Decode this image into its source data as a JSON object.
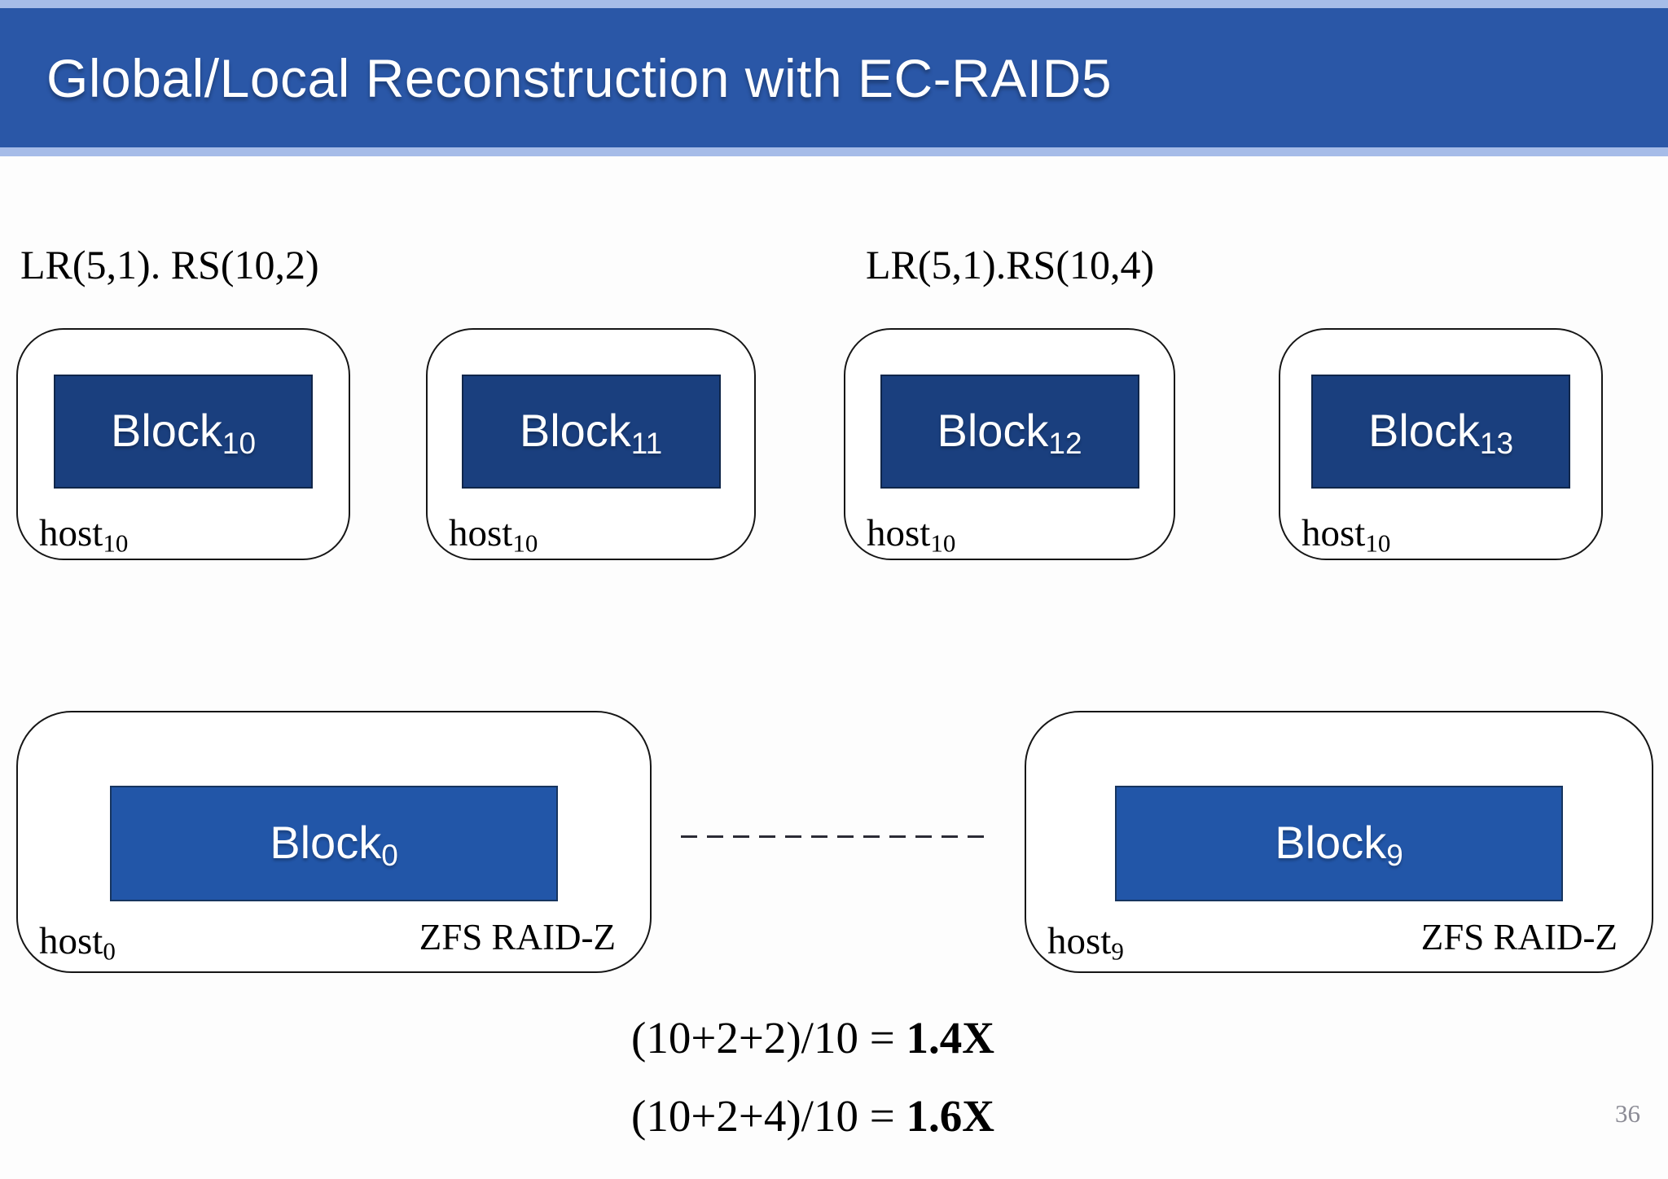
{
  "colors": {
    "title_bar_bg": "#2a57a7",
    "title_bar_strip": "#a6bce8",
    "block_dark_blue": "#1a3f7e",
    "block_bright_blue": "#2256a8",
    "slide_bg": "#fdfdfd",
    "line_color": "#2b2b35",
    "page_number_color": "#8b8b95"
  },
  "header": {
    "title": "Global/Local Reconstruction with EC-RAID5"
  },
  "schemes": {
    "left": "LR(5,1). RS(10,2)",
    "right": "LR(5,1).RS(10,4)"
  },
  "top_hosts": [
    {
      "block": "Block",
      "block_sub": "10",
      "host": "host",
      "host_sub": "10"
    },
    {
      "block": "Block",
      "block_sub": "11",
      "host": "host",
      "host_sub": "10"
    },
    {
      "block": "Block",
      "block_sub": "12",
      "host": "host",
      "host_sub": "10"
    },
    {
      "block": "Block",
      "block_sub": "13",
      "host": "host",
      "host_sub": "10"
    }
  ],
  "bottom_hosts": [
    {
      "block": "Block",
      "block_sub": "0",
      "host": "host",
      "host_sub": "0",
      "raid": "ZFS RAID-Z"
    },
    {
      "block": "Block",
      "block_sub": "9",
      "host": "host",
      "host_sub": "9",
      "raid": "ZFS RAID-Z"
    }
  ],
  "formulas": [
    {
      "expr": "(10+2+2)/10 = ",
      "result": "1.4X"
    },
    {
      "expr": "(10+2+4)/10 = ",
      "result": "1.6X"
    }
  ],
  "footer": {
    "page_number": "36"
  }
}
